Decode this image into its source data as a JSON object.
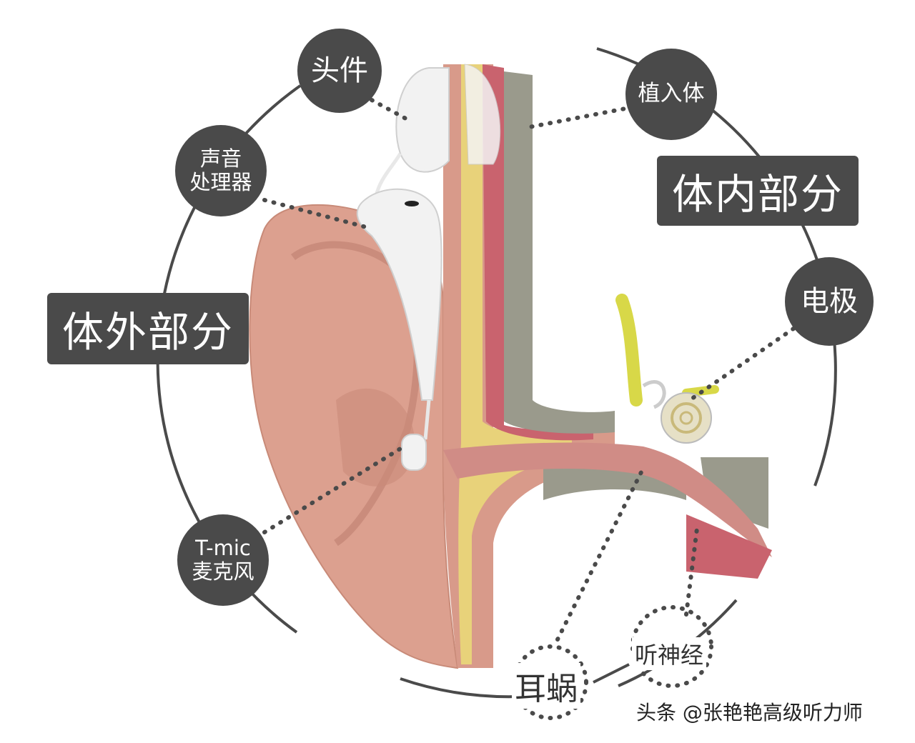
{
  "labels": {
    "headpiece": "头件",
    "sound_processor_line1": "声音",
    "sound_processor_line2": "处理器",
    "external_parts": "体外部分",
    "tmic_line1": "T-mic",
    "tmic_line2": "麦克风",
    "implant": "植入体",
    "internal_parts": "体内部分",
    "electrode": "电极",
    "cochlea": "耳蜗",
    "auditory_nerve": "听神经"
  },
  "watermark": "头条 @张艳艳高级听力师",
  "colors": {
    "label_bg": "#4a4a4a",
    "ring": "#4a4a4a",
    "skin": "#dca08f",
    "fat": "#e8d27a",
    "muscle": "#c9636e",
    "bone": "#9a9a8c",
    "device": "#f2f2f2",
    "nerve": "#d8d848"
  }
}
